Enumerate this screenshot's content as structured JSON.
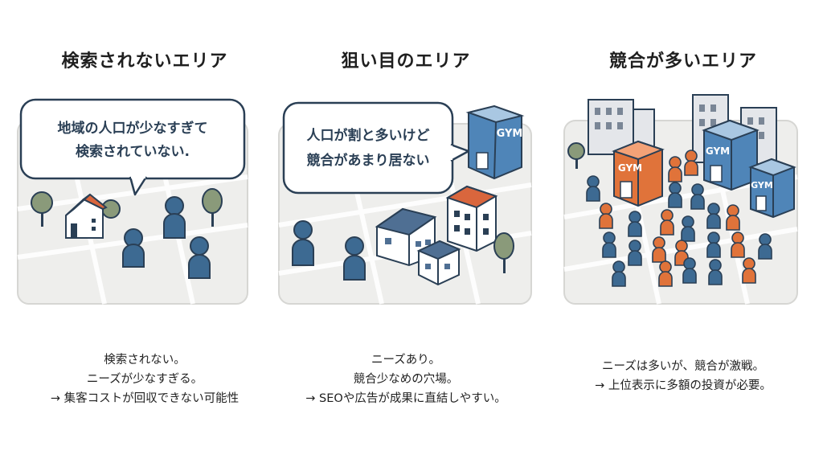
{
  "panels": [
    {
      "title": "検索されないエリア",
      "bubble_lines": [
        "地域の人口が少なすぎて",
        "検索されていない."
      ],
      "caption_lines": [
        "検索されない。",
        "ニーズが少なすぎる。",
        "→ 集客コストが回収できない可能性"
      ]
    },
    {
      "title": "狙い目のエリア",
      "bubble_lines": [
        "人口が割と多いけど",
        "競合があまり居ない"
      ],
      "gym_label": "GYM",
      "caption_lines": [
        "ニーズあり。",
        "競合少なめの穴場。",
        "→ SEOや広告が成果に直結しやすい。"
      ]
    },
    {
      "title": "競合が多いエリア",
      "gym_labels": [
        "GYM",
        "GYM",
        "GYM"
      ],
      "caption_lines": [
        "ニーズは多いが、競合が激戦。",
        "→ 上位表示に多額の投資が必要。"
      ]
    }
  ],
  "colors": {
    "blue_person": "#3d6a92",
    "orange_person": "#e0733a",
    "gym_blue": "#4f85b8",
    "gym_orange": "#e0733a",
    "map_bg": "#eeeeec",
    "outline": "#2a3f55"
  }
}
